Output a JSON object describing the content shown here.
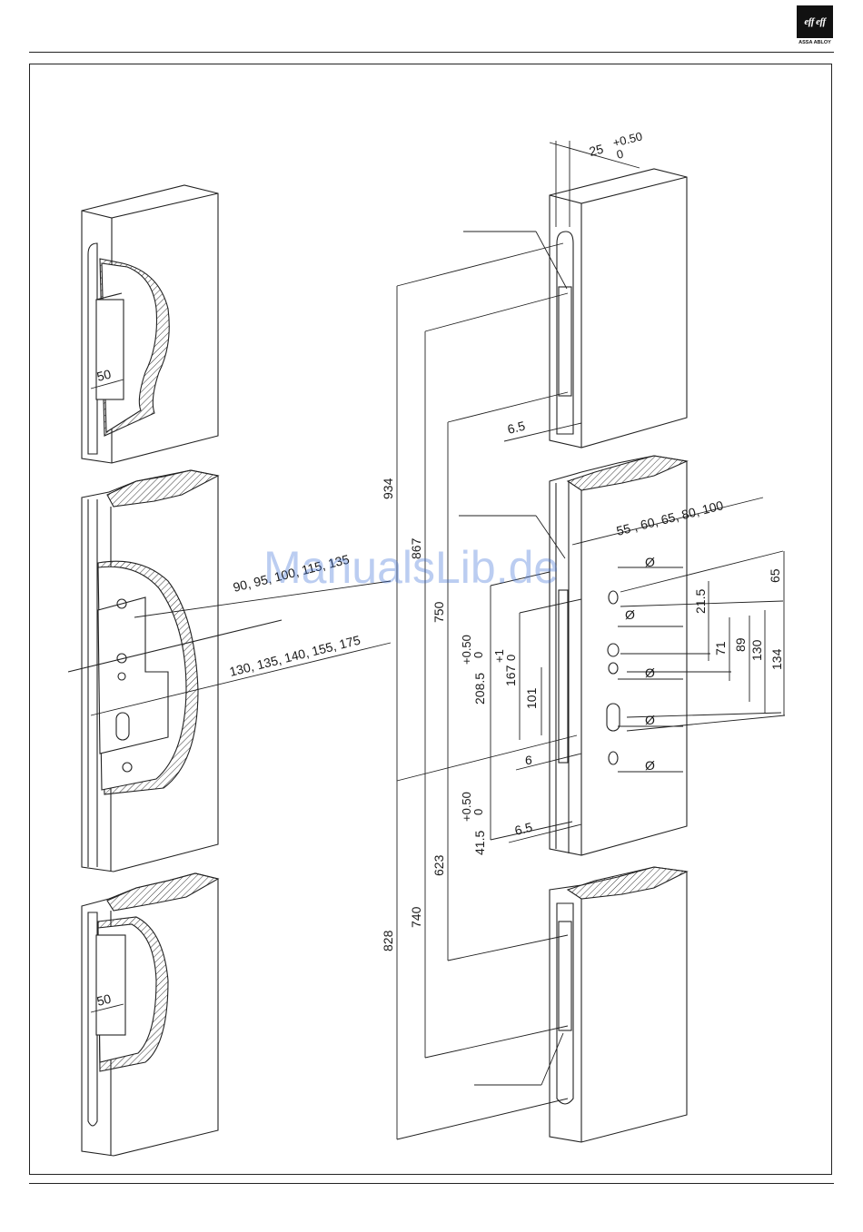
{
  "logo": {
    "text": "eff eff",
    "subtext": "ASSA ABLOY"
  },
  "watermark": "ManualsLib.de",
  "left_dims": {
    "top_width": "50",
    "series_a": "90, 95, 100, 115, 135",
    "series_b": "130, 135, 140, 155, 175",
    "bottom_width": "50"
  },
  "right_dims": {
    "top_offset": "25",
    "top_tol_plus": "+0.50",
    "top_tol_zero": "0",
    "gap_upper": "6.5",
    "backsets": "55 , 60, 65, 80, 100",
    "h934": "934",
    "h867": "867",
    "h750": "750",
    "h208": "208.5",
    "h208_tol_plus": "+0.50",
    "h208_tol_zero": "0",
    "h167": "167",
    "h167_tol_plus": "+1",
    "h167_tol_zero": "0",
    "h101": "101",
    "w6": "6",
    "h41": "41.5",
    "h41_tol_plus": "+0.50",
    "h41_tol_zero": "0",
    "gap_lower": "6.5",
    "h623": "623",
    "h740": "740",
    "h828": "828",
    "v65": "65",
    "v21": "21.5",
    "v71": "71",
    "v89": "89",
    "v130": "130",
    "v134": "134",
    "diameter": "Ø"
  }
}
